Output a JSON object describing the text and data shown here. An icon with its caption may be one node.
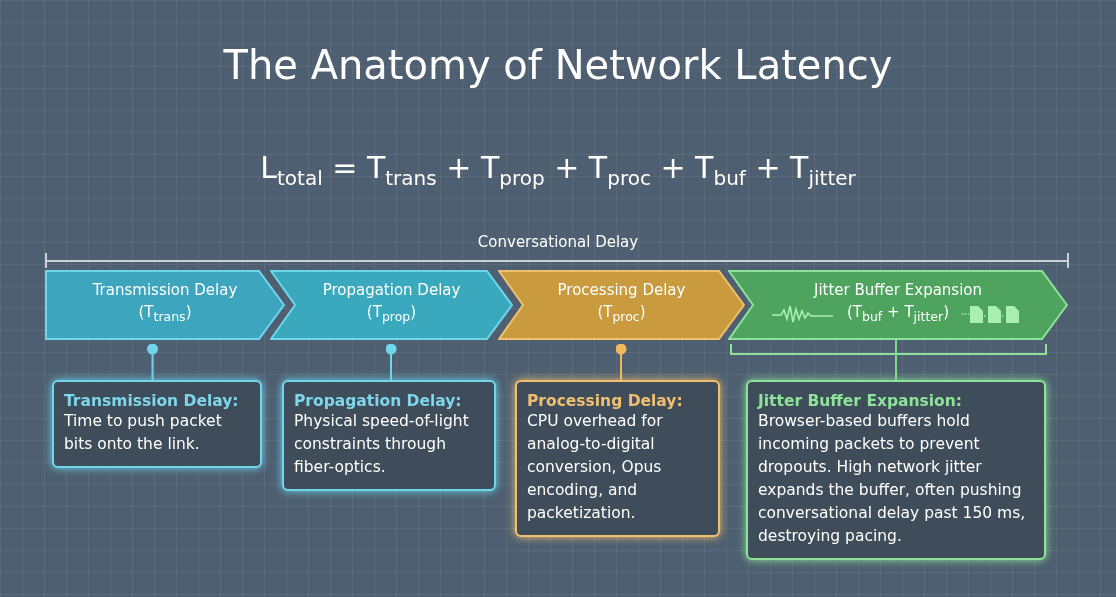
{
  "diagram": {
    "title": "The Anatomy of Network Latency",
    "nodes": [
      {
        "text": [
          "Transmission Delay",
          "(T$_{trans}$)"
        ]
      },
      {
        "text": [
          "Propagation Delay",
          "(T$_{prop}$)"
        ]
      },
      {
        "text": [
          "Processing Delay",
          "(T$_{proc}$)"
        ]
      },
      {
        "text": [
          "Jitter Buffer Expansion",
          "(T$_{buf}$ + T$_{jitter}$)"
        ]
      },
      {
        "text": [
          "Transmission Delay:",
          "Time to push packet bits onto the link."
        ]
      },
      {
        "text": [
          "Propagation Delay:",
          "Physical speed-of-light constraints through fiber-optics."
        ]
      },
      {
        "text": [
          "Processing Delay:",
          "CPU overhead for analog-to-digital conversion, Opus encoding, and packetization."
        ]
      },
      {
        "text": [
          "Jitter Buffer Expansion:",
          "Browser-based buffers hold incoming packets to prevent dropouts. High network jitter expands the buffer, often pushing conversational delay past 150 ms, destroying pacing."
        ]
      }
    ],
    "edges": [
      {
        "from": 0,
        "to": 4,
        "arrow": "other"
      },
      {
        "from": 1,
        "to": 5,
        "arrow": "other"
      },
      {
        "from": 2,
        "to": 6,
        "arrow": "other",
        "color": "#f0b85a"
      },
      {
        "from": 3,
        "to": 7,
        "arrow": "none",
        "color": "#7fd98a"
      }
    ],
    "labels": [
      "L$_{total}$ = T$_{trans}$ + T$_{prop}$ + T$_{proc}$ + T$_{buf}$ + T$_{jitter}$",
      "Conversational Delay"
    ]
  }
}
